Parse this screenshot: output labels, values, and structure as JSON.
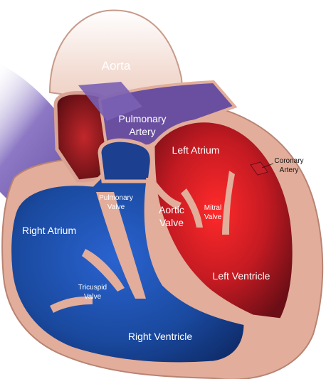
{
  "labels": {
    "aorta": "Aorta",
    "pulmonary_artery_1": "Pulmonary",
    "pulmonary_artery_2": "Artery",
    "left_atrium": "Left Atrium",
    "coronary_artery_1": "Coronary",
    "coronary_artery_2": "Artery",
    "pulmonary_valve_1": "Pulmonary",
    "pulmonary_valve_2": "Valve",
    "aortic_valve_1": "Aortic",
    "aortic_valve_2": "Valve",
    "mitral_valve_1": "Mitral",
    "mitral_valve_2": "Valve",
    "right_atrium": "Right Atrium",
    "tricuspid_valve_1": "Tricuspid",
    "tricuspid_valve_2": "Valve",
    "left_ventricle": "Left Ventricle",
    "right_ventricle": "Right Ventricle"
  },
  "colors": {
    "tissue": "#e2ad9a",
    "tissue_dark": "#b98372",
    "aorta_wall": "#efd3c8",
    "oxygen_poor": "#1f4ea6",
    "oxygen_poor_dark": "#12306e",
    "oxygen_rich": "#d8222a",
    "oxygen_rich_dark": "#6e0f17",
    "pulmonary_purple": "#6a4fa0",
    "vena_purple": "#7f68b8"
  }
}
